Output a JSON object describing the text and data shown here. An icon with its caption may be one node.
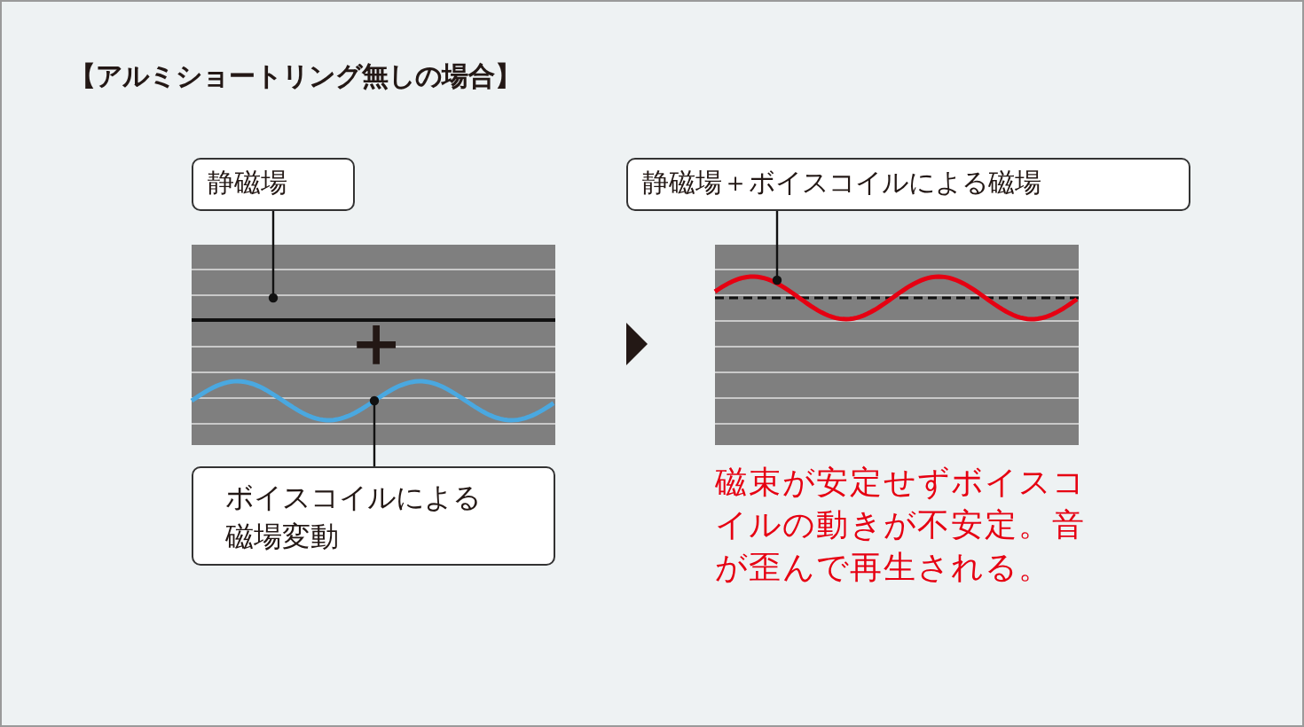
{
  "diagram": {
    "title": "【アルミショートリング無しの場合】",
    "nodes": [
      {
        "text": [
          "静磁場"
        ]
      },
      {
        "text": [],
        "shape": "box"
      },
      {
        "text": [],
        "shape": "line",
        "in": 1
      },
      {
        "text": [],
        "shape": "line",
        "in": 1
      },
      {
        "text": [
          "ボイスコイルによる磁場変動"
        ]
      },
      {
        "text": [
          "静磁場＋ボイスコイルによる磁場"
        ]
      },
      {
        "text": [],
        "shape": "box"
      },
      {
        "text": [],
        "shape": "line",
        "in": 6
      }
    ],
    "edges": [
      {
        "from": 0,
        "to": 2,
        "arrow": "other"
      },
      {
        "from": 4,
        "to": 3,
        "arrow": "other"
      },
      {
        "from": 5,
        "to": 7,
        "arrow": "other"
      }
    ],
    "labels": [
      "＋",
      "磁束が安定せずボイスコイルの動きが不安定。音が歪んで再生される。"
    ]
  }
}
